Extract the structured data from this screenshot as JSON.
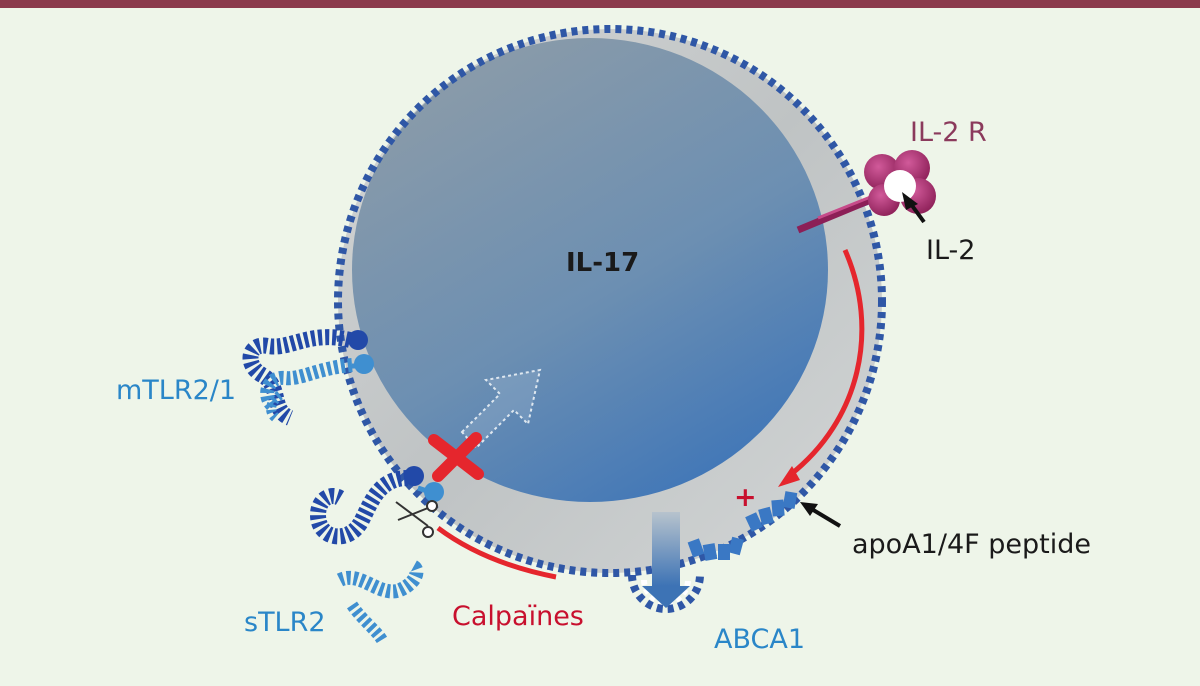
{
  "labels": {
    "il17": "IL-17",
    "il2r": "IL-2 R",
    "il2": "IL-2",
    "mtlr": "mTLR2/1",
    "stlr": "sTLR2",
    "calpaines": "Calpaïnes",
    "abca1": "ABCA1",
    "apoa1": "apoA1/4F peptide",
    "plus": "+"
  },
  "colors": {
    "top_bar": "#8b3a4c",
    "background": "#eef5e9",
    "membrane": "#2f57a6",
    "nucleus_top": "#8b9aa6",
    "nucleus_bottom": "#3f77b8",
    "arrow_red": "#e5262d",
    "label_blue": "#2a86c8",
    "label_red": "#c8102e",
    "receptor_plum": "#a8306e",
    "tlr_dark": "#2249a8",
    "tlr_light": "#3f8fd0"
  },
  "icons": [
    "scissors-icon",
    "x-mark-icon",
    "hollow-arrow-icon",
    "red-curved-arrow-icon"
  ]
}
